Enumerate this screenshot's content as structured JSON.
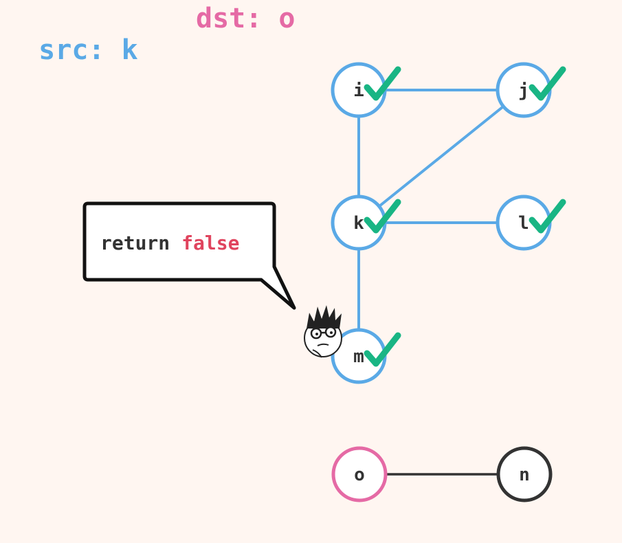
{
  "header": {
    "src_label": "src:",
    "src_value": "k",
    "dst_label": "dst:",
    "dst_value": "o"
  },
  "callout": {
    "keyword": "return",
    "value": "false"
  },
  "colors": {
    "visited": "#5aa9e6",
    "destination": "#e56aa5",
    "unvisited": "#333333",
    "check": "#19b584",
    "false": "#e0445e",
    "background": "#fff6f1"
  },
  "graph": {
    "nodes": [
      {
        "id": "i",
        "label": "i",
        "state": "visited",
        "checked": true
      },
      {
        "id": "j",
        "label": "j",
        "state": "visited",
        "checked": true
      },
      {
        "id": "k",
        "label": "k",
        "state": "visited",
        "checked": true
      },
      {
        "id": "l",
        "label": "l",
        "state": "visited",
        "checked": true
      },
      {
        "id": "m",
        "label": "m",
        "state": "visited",
        "checked": true
      },
      {
        "id": "o",
        "label": "o",
        "state": "destination",
        "checked": false
      },
      {
        "id": "n",
        "label": "n",
        "state": "unvisited",
        "checked": false
      }
    ],
    "edges": [
      {
        "from": "i",
        "to": "j",
        "state": "visited"
      },
      {
        "from": "i",
        "to": "k",
        "state": "visited"
      },
      {
        "from": "j",
        "to": "k",
        "state": "visited"
      },
      {
        "from": "k",
        "to": "l",
        "state": "visited"
      },
      {
        "from": "k",
        "to": "m",
        "state": "visited"
      },
      {
        "from": "o",
        "to": "n",
        "state": "unvisited"
      }
    ]
  },
  "avatar_icon": "thinking-person-icon"
}
